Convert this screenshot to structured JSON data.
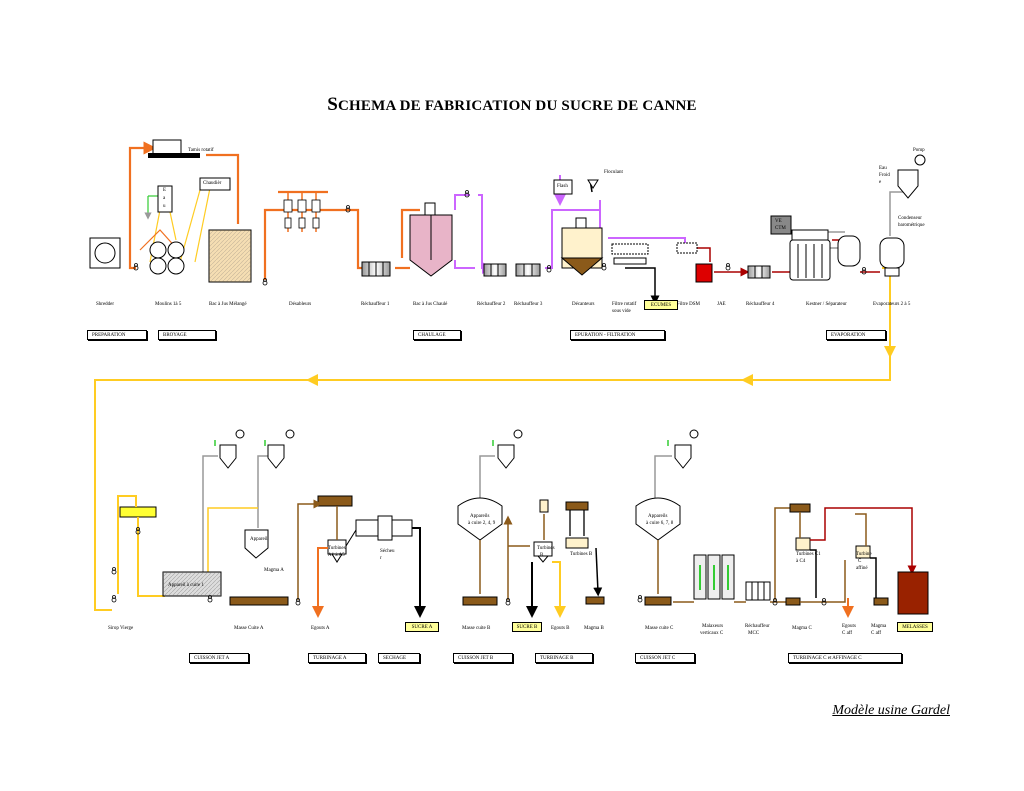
{
  "title_first": "S",
  "title_rest": "CHEMA DE FABRICATION DU SUCRE DE CANNE",
  "model": "Modèle usine Gardel",
  "equipment_top": {
    "shredder": "Shredder",
    "moulins": "Moulins 1à 5",
    "bac_melange": "Bac à Jus Mélangé",
    "desableurs": "Désableurs",
    "rechauffeur1": "Réchauffeur 1",
    "bac_chaule": "Bac à Jus Chaulé",
    "rechauffeur2": "Réchauffeur 2",
    "rechauffeur3": "Réchauffeur 3",
    "decanteurs": "Décanteurs",
    "filtre_rotatif": "Filtre rotatif",
    "sous_vide": "sous vide",
    "filtre_dsm": "Filtre DSM",
    "jae": "JAE",
    "rechauffeur4": "Réchauffeur 4",
    "kestner": "Kestner / Séparateur",
    "evaporateurs": "Evaporateurs 2 à 5"
  },
  "small_labels": {
    "tamis": "Tamis rotatif",
    "chaudiere": "Chaudièr",
    "eau_e": "E",
    "eau_a": "a",
    "eau_u": "u",
    "flash": "Flash",
    "floculant": "Floculant",
    "ve": "VE",
    "ctm": "CTM",
    "pomp": "Pomp",
    "eau_froide_1": "Eau",
    "eau_froide_2": "Froid",
    "eau_froide_3": "e",
    "condenseur_1": "Condenseur",
    "condenseur_2": "barométrique",
    "appareil_a": "Appareil",
    "appareil_a_bottom": "Appareil à cuire 1",
    "magma_a": "Magma A",
    "turbines_a": "Turbines",
    "turbines_a2": "A1 à A5",
    "secheur_1": "Sécheu",
    "secheur_2": "r",
    "appareils_b_1": "Appareils",
    "appareils_b_2": "à cuire 2, 4, 9",
    "turbines_b": "Turbines",
    "turbines_b2": "B",
    "turbines_b_label": "Turbines B",
    "appareils_c_1": "Appareils",
    "appareils_c_2": "à cuire 6, 7, 8",
    "turbines_c_1": "Turbines C1",
    "turbines_c_2": "à C4",
    "turbine_ca_1": "Turbine",
    "turbine_ca_2": "C",
    "turbine_ca_3": "affiné"
  },
  "equipment_bottom": {
    "sirop_vierge": "Sirop Vierge",
    "masse_cuite_a": "Masse Cuite A",
    "egouts_a": "Egouts A",
    "masse_cuite_b": "Masse cuite B",
    "egouts_b": "Egouts B",
    "magma_b": "Magma B",
    "masse_cuite_c": "Masse cuite C",
    "malaxeurs_1": "Malaxeurs",
    "malaxeurs_2": "verticaux C",
    "rech_mcc_1": "Réchauffeur",
    "rech_mcc_2": "MCC",
    "magma_c": "Magma C",
    "egouts_c_1": "Egouts",
    "egouts_c_2": "C aff",
    "magma_c_aff_1": "Magma",
    "magma_c_aff_2": "C aff"
  },
  "products": {
    "ecumes": "ECUMES",
    "sucre_a": "SUCRE A",
    "sucre_b": "SUCRE B",
    "melasses": "MELASSES"
  },
  "sections_top": {
    "preparation": "PREPARATION",
    "broyage": "BROYAGE",
    "chaulage": "CHAULAGE",
    "epuration": "EPURATION - FILTRATION",
    "evaporation": "EVAPORATION"
  },
  "sections_bottom": {
    "cuisson_a": "CUISSON JET A",
    "turbinage_a": "TURBINAGE A",
    "sechage": "SECHAGE",
    "cuisson_b": "CUISSON JET B",
    "turbinage_b": "TURBINAGE B",
    "cuisson_c": "CUISSON JET C",
    "turbinage_c": "TURBINAGE C et AFFINAGE C"
  },
  "colors": {
    "juice": "#f07020",
    "limed": "#cc66ff",
    "syrup": "#ffcc22",
    "vapor": "#999999",
    "drain": "#8b5a1a",
    "dark_red": "#aa0000",
    "product": "#ffff99"
  }
}
